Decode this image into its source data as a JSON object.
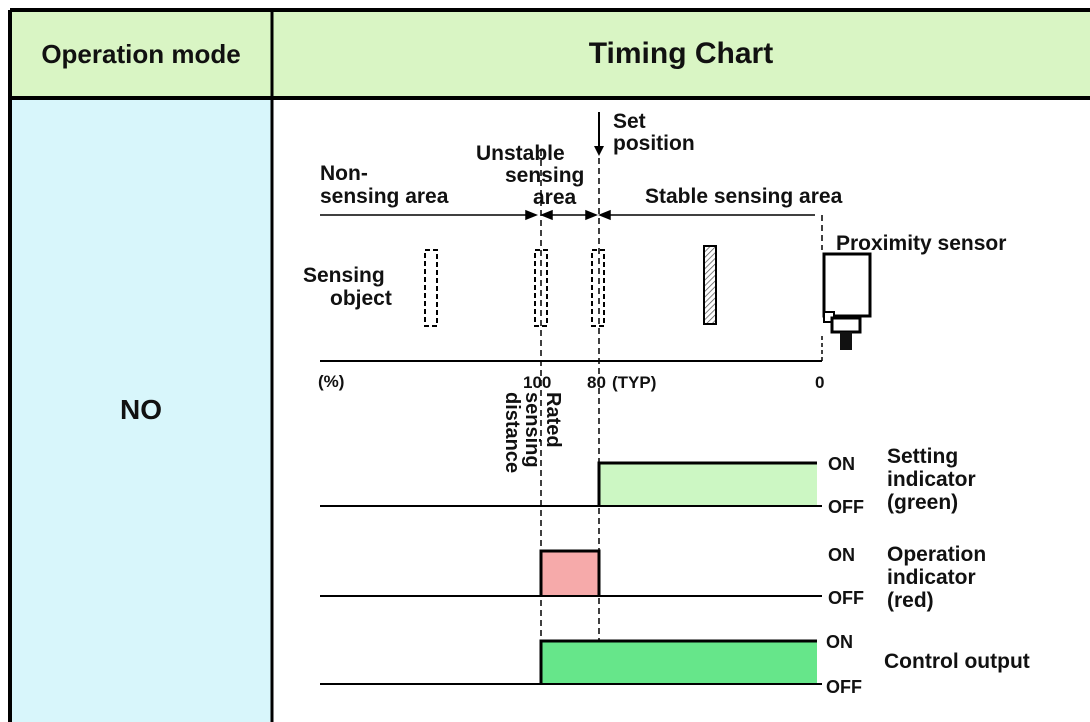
{
  "header": {
    "mode_label": "Operation mode",
    "chart_label": "Timing Chart"
  },
  "mode": {
    "value": "NO"
  },
  "areas": {
    "non_sensing_1": "Non-",
    "non_sensing_2": "sensing area",
    "unstable_1": "Unstable",
    "unstable_2": "sensing",
    "unstable_3": "area",
    "set_1": "Set",
    "set_2": "position",
    "stable": "Stable sensing area"
  },
  "objects": {
    "sensing_object_1": "Sensing",
    "sensing_object_2": "object",
    "proximity_sensor": "Proximity sensor"
  },
  "scale": {
    "unit": "(%)",
    "tick_100": "100",
    "tick_80": "80",
    "typ": "(TYP)",
    "tick_0": "0",
    "rated_1": "Rated",
    "rated_2": "sensing",
    "rated_3": "distance"
  },
  "signals": {
    "setting_on": "ON",
    "setting_off": "OFF",
    "setting_1": "Setting",
    "setting_2": "indicator",
    "setting_3": "(green)",
    "operation_on": "ON",
    "operation_off": "OFF",
    "operation_1": "Operation",
    "operation_2": "indicator",
    "operation_3": "(red)",
    "control_on": "ON",
    "control_off": "OFF",
    "control": "Control output"
  },
  "colors": {
    "header_bg": "#d9f5c4",
    "mode_bg": "#d8f6fb",
    "setting_fill": "#ccf7c3",
    "operation_fill": "#f6aaaa",
    "control_fill": "#66e68a"
  }
}
